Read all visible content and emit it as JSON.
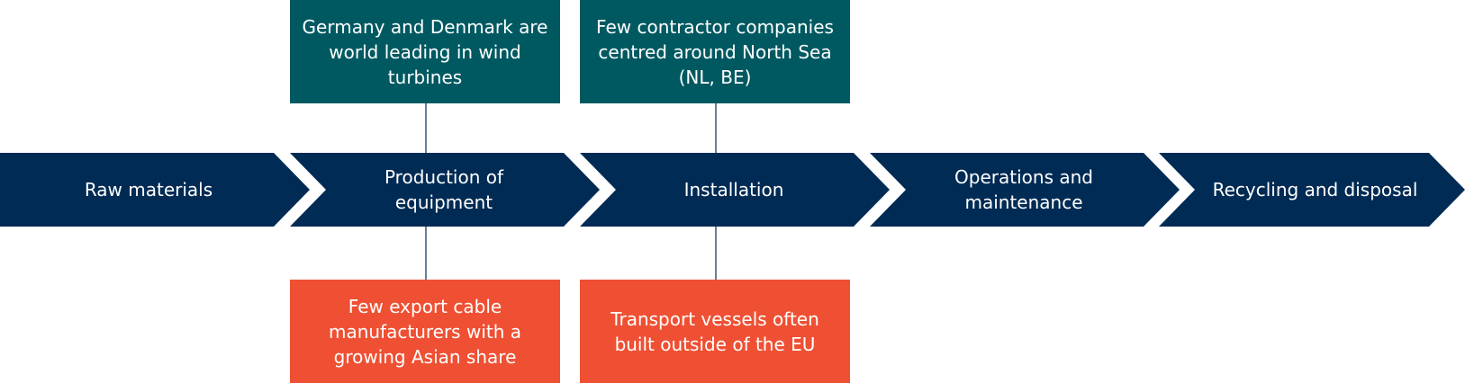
{
  "colors": {
    "chevron": "#002b54",
    "teal_box": "#005961",
    "orange_box": "#ef5033",
    "connector": "#002b54",
    "text": "#ffffff"
  },
  "stages": [
    {
      "label": "Raw materials"
    },
    {
      "label": "Production of equipment"
    },
    {
      "label": "Installation"
    },
    {
      "label": "Operations and maintenance"
    },
    {
      "label": "Recycling and disposal"
    }
  ],
  "top_notes": [
    {
      "text": "Germany and Denmark are world leading in wind turbines",
      "stage": "Production of equipment"
    },
    {
      "text": "Few contractor companies centred around North Sea (NL, BE)",
      "stage": "Installation"
    }
  ],
  "bottom_notes": [
    {
      "text": "Few export cable manufacturers with a growing Asian share",
      "stage": "Production of equipment"
    },
    {
      "text": "Transport vessels often built outside of the EU",
      "stage": "Installation"
    }
  ]
}
